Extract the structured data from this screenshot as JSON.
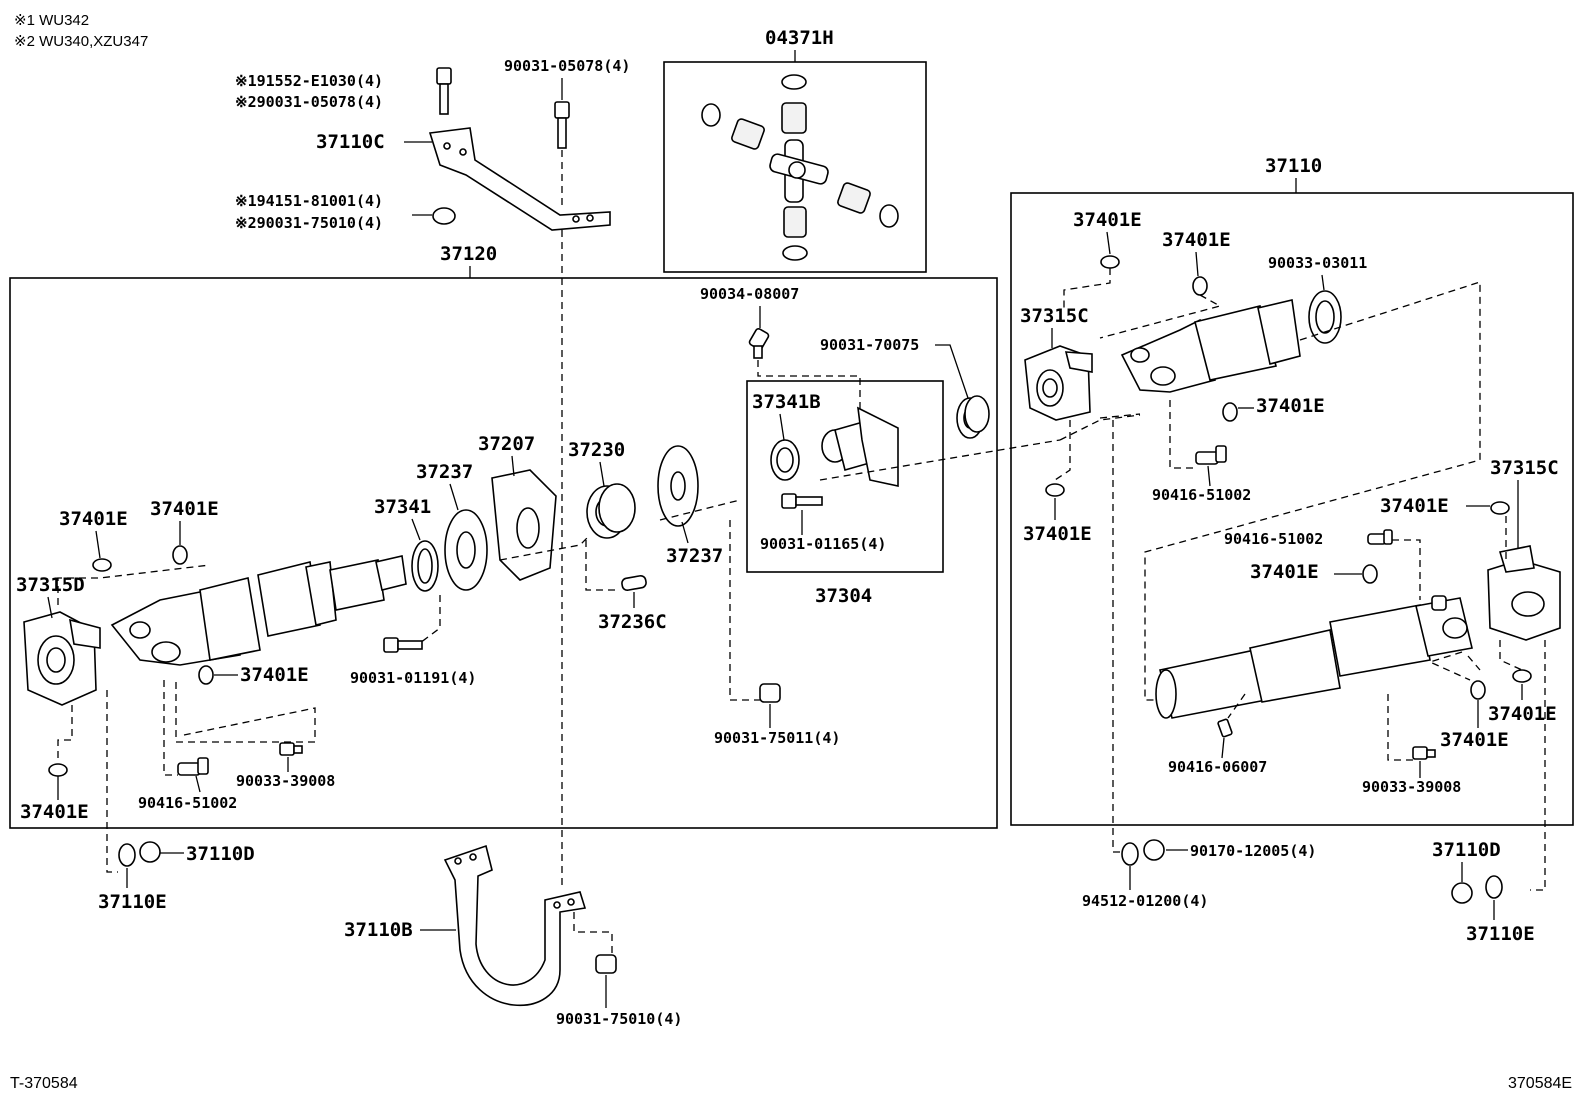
{
  "notes": {
    "n1": "※1 WU342",
    "n2": "※2 WU340,XZU347"
  },
  "codes": {
    "left": "T-370584",
    "right": "370584E"
  },
  "groups": {
    "g04371H": "04371H",
    "g37120": "37120",
    "g37110": "37110",
    "g37304": "37304"
  },
  "labels": {
    "l_191552": "※191552-E1030(4)",
    "l_290031a": "※290031-05078(4)",
    "l_37110C": "37110C",
    "l_194151": "※194151-81001(4)",
    "l_290031b": "※290031-75010(4)",
    "l_90031_05078": "90031-05078(4)",
    "l_90034_08007": "90034-08007",
    "l_90031_70075": "90031-70075",
    "l_37341B": "37341B",
    "l_90031_01165": "90031-01165(4)",
    "l_37207": "37207",
    "l_37230": "37230",
    "l_37237a": "37237",
    "l_37341": "37341",
    "l_37237b": "37237",
    "l_37236C": "37236C",
    "l_90031_01191": "90031-01191(4)",
    "l_90031_75011": "90031-75011(4)",
    "l_37401E_a": "37401E",
    "l_37401E_b": "37401E",
    "l_37315D": "37315D",
    "l_37401E_c": "37401E",
    "l_37401E_d": "37401E",
    "l_90416_51002_a": "90416-51002",
    "l_90033_39008_a": "90033-39008",
    "l_37110D_a": "37110D",
    "l_37110E_a": "37110E",
    "l_37110B": "37110B",
    "l_90031_75010": "90031-75010(4)",
    "l_37401E_e": "37401E",
    "l_37401E_f": "37401E",
    "l_90033_03011": "90033-03011",
    "l_37315C_a": "37315C",
    "l_37401E_g": "37401E",
    "l_90416_51002_b": "90416-51002",
    "l_37401E_h": "37401E",
    "l_37315C_b": "37315C",
    "l_37401E_i": "37401E",
    "l_90416_51002_c": "90416-51002",
    "l_37401E_j": "37401E",
    "l_37401E_k": "37401E",
    "l_37401E_l": "37401E",
    "l_90416_06007": "90416-06007",
    "l_90033_39008_b": "90033-39008",
    "l_90170_12005": "90170-12005(4)",
    "l_94512_01200": "94512-01200(4)",
    "l_37110D_b": "37110D",
    "l_37110E_b": "37110E"
  }
}
